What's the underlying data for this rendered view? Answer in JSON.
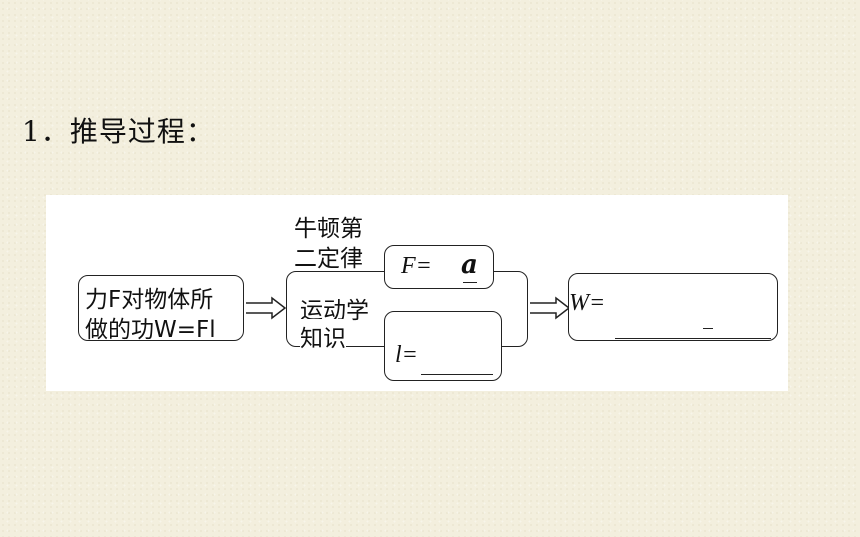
{
  "heading": "1．推导过程：",
  "diagram": {
    "start_box": {
      "line1": "力F对物体所",
      "line2": "做的功W=Fl"
    },
    "newton_label": {
      "line1": "牛顿第",
      "line2": "二定律"
    },
    "kinematics_label": {
      "line1": "运动学",
      "line2": "知识"
    },
    "force_formula": {
      "prefix": "F=",
      "value": "a"
    },
    "displacement_formula": {
      "prefix": "l="
    },
    "result_formula": {
      "prefix": "W="
    }
  }
}
